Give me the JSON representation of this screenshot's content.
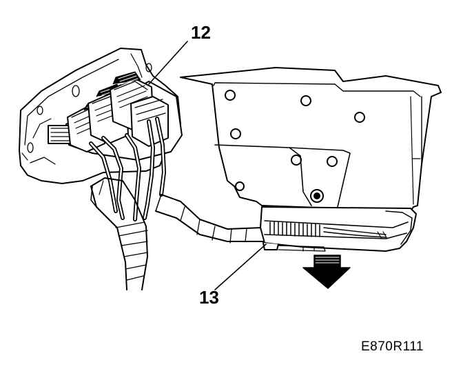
{
  "callouts": {
    "connector": "12",
    "harness_clip": "13"
  },
  "figure_ref": "E870R111",
  "icons": {
    "direction": "down-arrow-icon"
  }
}
